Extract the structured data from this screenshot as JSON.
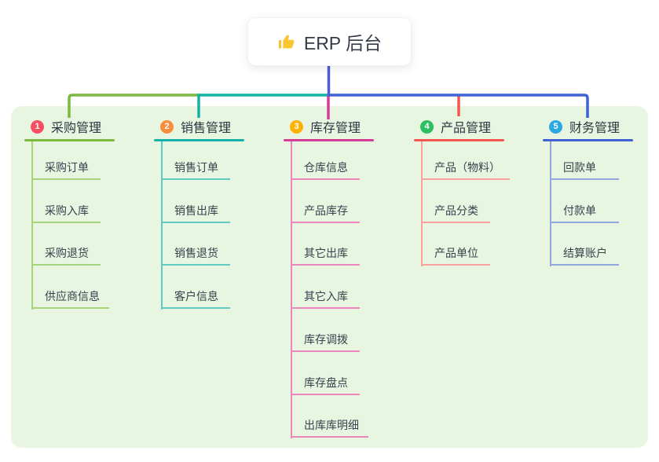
{
  "root": {
    "label": "ERP 后台",
    "icon": "thumbs-up-icon",
    "icon_color": "#f7c631",
    "stem_color": "#4d5cd3"
  },
  "panel": {
    "background": "#e7f5e1"
  },
  "branches": [
    {
      "number": "1",
      "label": "采购管理",
      "badge_color": "#f75063",
      "line_color": "#7cb93e",
      "child_line_color": "#a8d37d",
      "children": [
        "采购订单",
        "采购入库",
        "采购退货",
        "供应商信息"
      ]
    },
    {
      "number": "2",
      "label": "销售管理",
      "badge_color": "#f98d3e",
      "line_color": "#13b2a8",
      "child_line_color": "#61cac1",
      "children": [
        "销售订单",
        "销售出库",
        "销售退货",
        "客户信息"
      ]
    },
    {
      "number": "3",
      "label": "库存管理",
      "badge_color": "#ffb103",
      "line_color": "#d63d94",
      "child_line_color": "#ee86be",
      "children": [
        "仓库信息",
        "产品库存",
        "其它出库",
        "其它入库",
        "库存调拨",
        "库存盘点",
        "出库库明细"
      ]
    },
    {
      "number": "4",
      "label": "产品管理",
      "badge_color": "#2cbe61",
      "line_color": "#f4564f",
      "child_line_color": "#f9a29d",
      "children": [
        "产品（物料）",
        "产品分类",
        "产品单位"
      ]
    },
    {
      "number": "5",
      "label": "财务管理",
      "badge_color": "#29a8e3",
      "line_color": "#3f62d4",
      "child_line_color": "#92a7dd",
      "children": [
        "回款单",
        "付款单",
        "结算账户"
      ]
    }
  ]
}
